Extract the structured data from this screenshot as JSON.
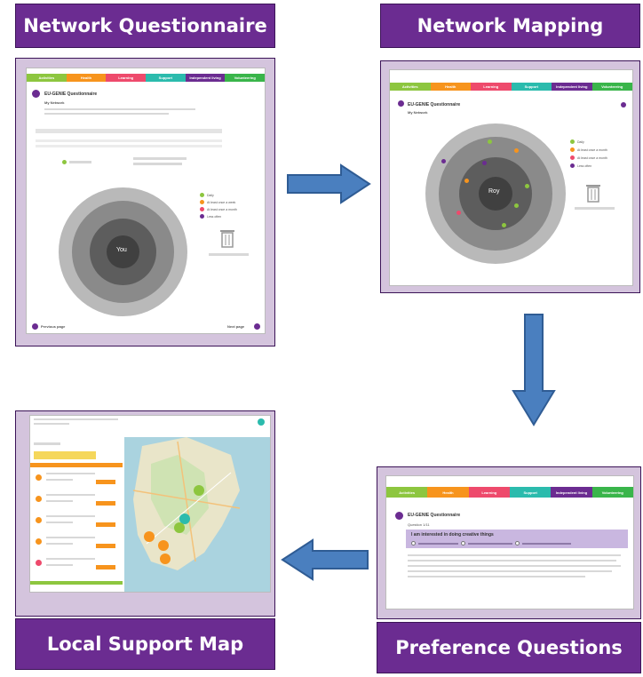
{
  "panels": {
    "network_questionnaire": {
      "title": "Network Questionnaire",
      "tabs": [
        "Activities",
        "Health",
        "Learning",
        "Support",
        "Independent living",
        "Volunteering"
      ],
      "heading": "EU-GENIE Questionnaire",
      "subheading": "My Network",
      "center_label": "You",
      "legend": [
        "Daily",
        "At least once a week",
        "At least once a month",
        "Less often"
      ],
      "prev": "Previous page",
      "next": "Next page"
    },
    "network_mapping": {
      "title": "Network Mapping",
      "tabs": [
        "Activities",
        "Health",
        "Learning",
        "Support",
        "Independent living",
        "Volunteering"
      ],
      "heading": "EU-GENIE Questionnaire",
      "subheading": "My Network",
      "center_label": "Roy",
      "legend": [
        "Daily",
        "At least once a month",
        "At least once a month",
        "Less often"
      ]
    },
    "preference_questions": {
      "title": "Preference Questions",
      "tabs": [
        "Activities",
        "Health",
        "Learning",
        "Support",
        "Independent living",
        "Volunteering"
      ],
      "heading": "EU-GENIE Questionnaire",
      "question_no": "Question 1/11",
      "question": "I am interested in doing creative things"
    },
    "local_support_map": {
      "title": "Local Support Map"
    }
  },
  "colors": {
    "title_bg": "#6b2c91",
    "frame_bg": "#d4c4dd",
    "arrow": "#4a7fbf",
    "tab_colors": [
      "#8dc63f",
      "#f7941d",
      "#ee4a6c",
      "#2bbbad",
      "#6b2c91",
      "#39b54a"
    ],
    "legend_colors": [
      "#8dc63f",
      "#f7941d",
      "#ee4a6c",
      "#6b2c91"
    ]
  }
}
